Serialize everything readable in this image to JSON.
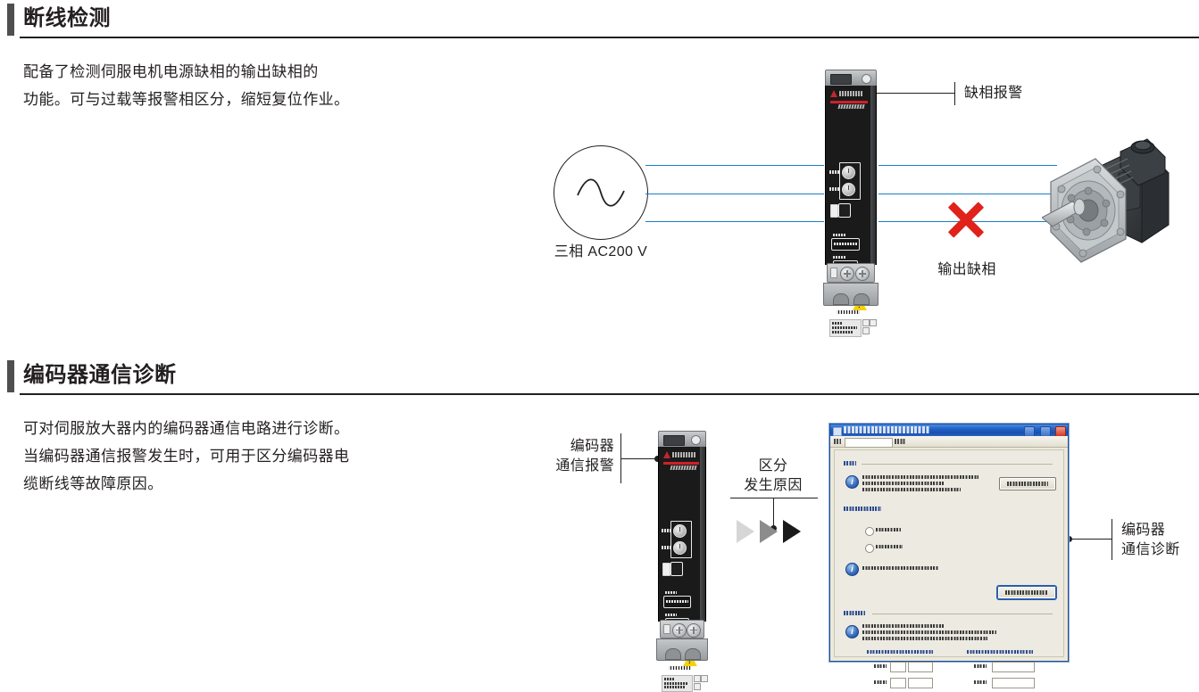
{
  "sections": [
    {
      "id": "wire-break-detection",
      "heading": "断线检测",
      "body": "配备了检测伺服电机电源缺相的输出缺相的\n功能。可与过载等报警相区分，缩短复位作业。",
      "figure": {
        "source_label": "三相 AC200 V",
        "alarm_callout": "缺相报警",
        "fault_label": "输出缺相",
        "x_mark_color": "#e0221b",
        "wire_color": "#1a7fc1",
        "wire_count": 3,
        "amplifier_icon": "servo-amplifier-icon",
        "motor_icon": "servo-motor-icon",
        "ac_source_icon": "ac-power-source-icon"
      }
    },
    {
      "id": "encoder-communication-diagnosis",
      "heading": "编码器通信诊断",
      "body": "可对伺服放大器内的编码器通信电路进行诊断。\n当编码器通信报警发生时，可用于区分编码器电\n缆断线等故障原因。",
      "figure": {
        "alarm_callout": "编码器\n通信报警",
        "process_label": "区分\n发生原因",
        "result_callout": "编码器\n通信诊断",
        "arrow_colors": [
          "#d6d6d6",
          "#8c8c8c",
          "#1a1a1a"
        ],
        "amplifier_icon": "servo-amplifier-icon",
        "dialog_icon": "diagnosis-dialog-window"
      }
    }
  ],
  "theme": {
    "heading_bar_color": "#4f4f4f",
    "text_color": "#231f20",
    "rule_color": "#231f20",
    "accent_red": "#cf2027",
    "dialog_titlebar_blue": "#1f5fc6",
    "dialog_close_red": "#d03a22"
  }
}
